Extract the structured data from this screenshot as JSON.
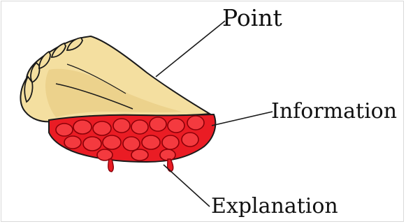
{
  "diagram": {
    "labels": {
      "point": "Point",
      "information": "Information",
      "explanation": "Explanation"
    },
    "colors": {
      "crust": "#f4dfa0",
      "crust_shadow": "#e6c77c",
      "filling": "#ea1c24",
      "filling_dark": "#b3000c",
      "outline": "#1a1a1a",
      "text": "#111111"
    }
  }
}
